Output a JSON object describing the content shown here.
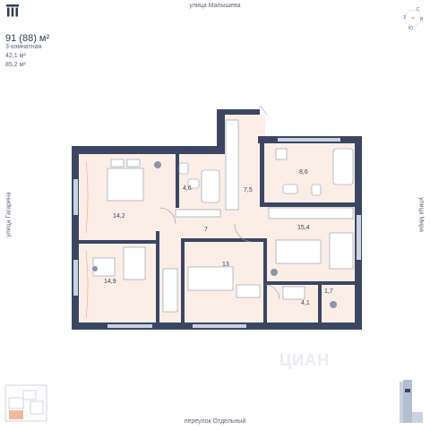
{
  "logo": {
    "icon": "brand-logo-icon"
  },
  "streets": {
    "top": "улица Малышева",
    "bottom": "переулок Отдельный",
    "left": "улица Гагарина",
    "right": "улица Мира"
  },
  "apartment": {
    "total_area": "91 (88) м²",
    "rooms": "3-комнатная",
    "living_area": "42,1 м²",
    "total_area_alt": "85,2 м²"
  },
  "compass": {
    "labels": [
      "С",
      "З",
      "В",
      "Ю"
    ]
  },
  "rooms": [
    {
      "id": "bedroom-1",
      "area": "14,2"
    },
    {
      "id": "bathroom-1",
      "area": "4,6"
    },
    {
      "id": "wardrobe",
      "area": "7,5"
    },
    {
      "id": "bathroom-2",
      "area": "8,6"
    },
    {
      "id": "hall",
      "area": "7"
    },
    {
      "id": "kitchen-living",
      "area": "15,4"
    },
    {
      "id": "bedroom-2",
      "area": "14,9"
    },
    {
      "id": "bedroom-3",
      "area": "13"
    },
    {
      "id": "storage",
      "area": "4,1"
    },
    {
      "id": "balcony",
      "area": "1,7"
    }
  ],
  "watermark": "ЦИАН",
  "colors": {
    "wall": "#3b4663",
    "floor": "#fbeee6",
    "accent": "#f4b89a",
    "window": "#c9d3e0"
  }
}
